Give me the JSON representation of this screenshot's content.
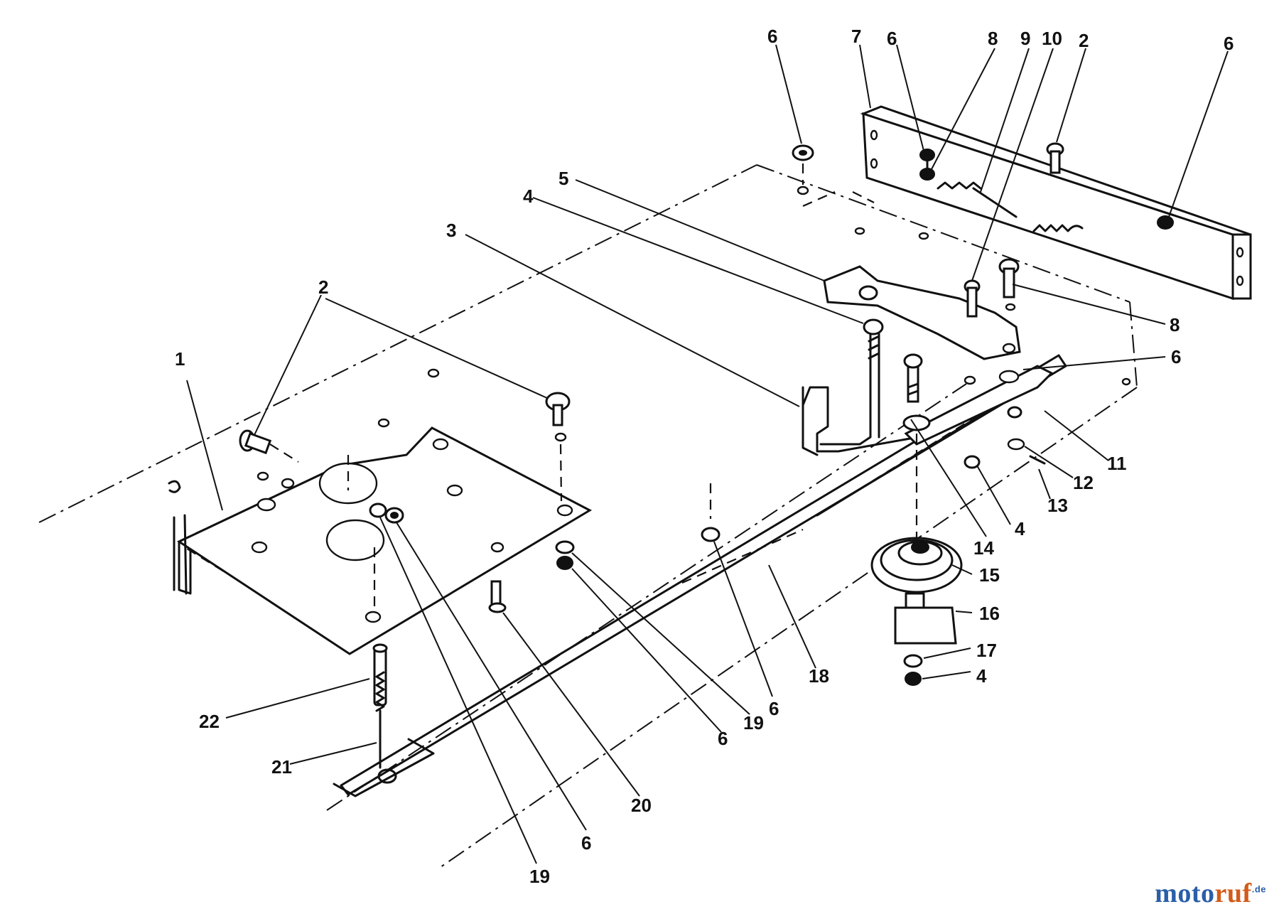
{
  "diagram": {
    "callouts": [
      {
        "id": "c1",
        "text": "1"
      },
      {
        "id": "c2a",
        "text": "2"
      },
      {
        "id": "c2b",
        "text": "2"
      },
      {
        "id": "c3",
        "text": "3"
      },
      {
        "id": "c4a",
        "text": "4"
      },
      {
        "id": "c4b",
        "text": "4"
      },
      {
        "id": "c4c",
        "text": "4"
      },
      {
        "id": "c5",
        "text": "5"
      },
      {
        "id": "c6a",
        "text": "6"
      },
      {
        "id": "c6b",
        "text": "6"
      },
      {
        "id": "c6c",
        "text": "6"
      },
      {
        "id": "c6d",
        "text": "6"
      },
      {
        "id": "c6e",
        "text": "6"
      },
      {
        "id": "c6f",
        "text": "6"
      },
      {
        "id": "c6g",
        "text": "6"
      },
      {
        "id": "c7",
        "text": "7"
      },
      {
        "id": "c8a",
        "text": "8"
      },
      {
        "id": "c8b",
        "text": "8"
      },
      {
        "id": "c9",
        "text": "9"
      },
      {
        "id": "c10",
        "text": "10"
      },
      {
        "id": "c11",
        "text": "11"
      },
      {
        "id": "c12",
        "text": "12"
      },
      {
        "id": "c13",
        "text": "13"
      },
      {
        "id": "c14",
        "text": "14"
      },
      {
        "id": "c15",
        "text": "15"
      },
      {
        "id": "c16",
        "text": "16"
      },
      {
        "id": "c17",
        "text": "17"
      },
      {
        "id": "c18",
        "text": "18"
      },
      {
        "id": "c19a",
        "text": "19"
      },
      {
        "id": "c19b",
        "text": "19"
      },
      {
        "id": "c20",
        "text": "20"
      },
      {
        "id": "c21",
        "text": "21"
      },
      {
        "id": "c22",
        "text": "22"
      }
    ]
  },
  "watermark": {
    "part1": "moto",
    "part2": "ruf",
    "suffix": ".de"
  }
}
